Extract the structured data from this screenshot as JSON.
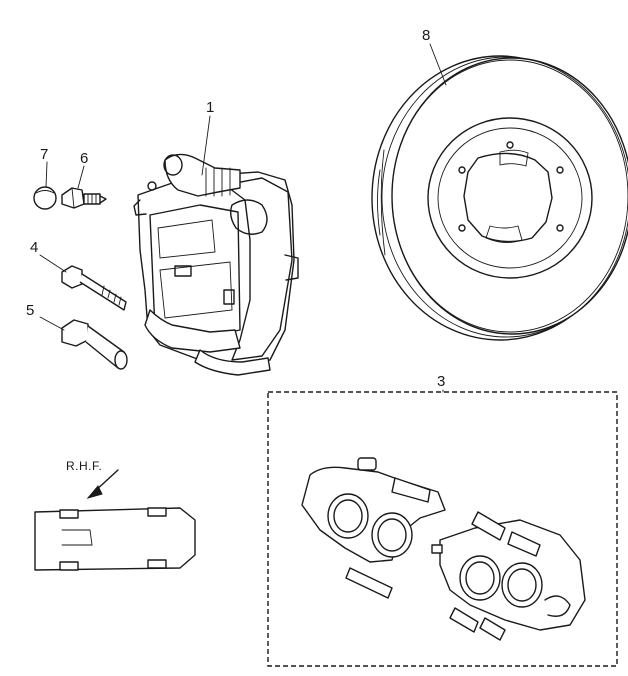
{
  "diagram": {
    "callouts": [
      {
        "key": "1",
        "label": "1"
      },
      {
        "key": "3",
        "label": "3"
      },
      {
        "key": "4",
        "label": "4"
      },
      {
        "key": "5",
        "label": "5"
      },
      {
        "key": "6",
        "label": "6"
      },
      {
        "key": "7",
        "label": "7"
      },
      {
        "key": "8",
        "label": "8"
      }
    ],
    "vehicle_note": "R.H.F."
  }
}
